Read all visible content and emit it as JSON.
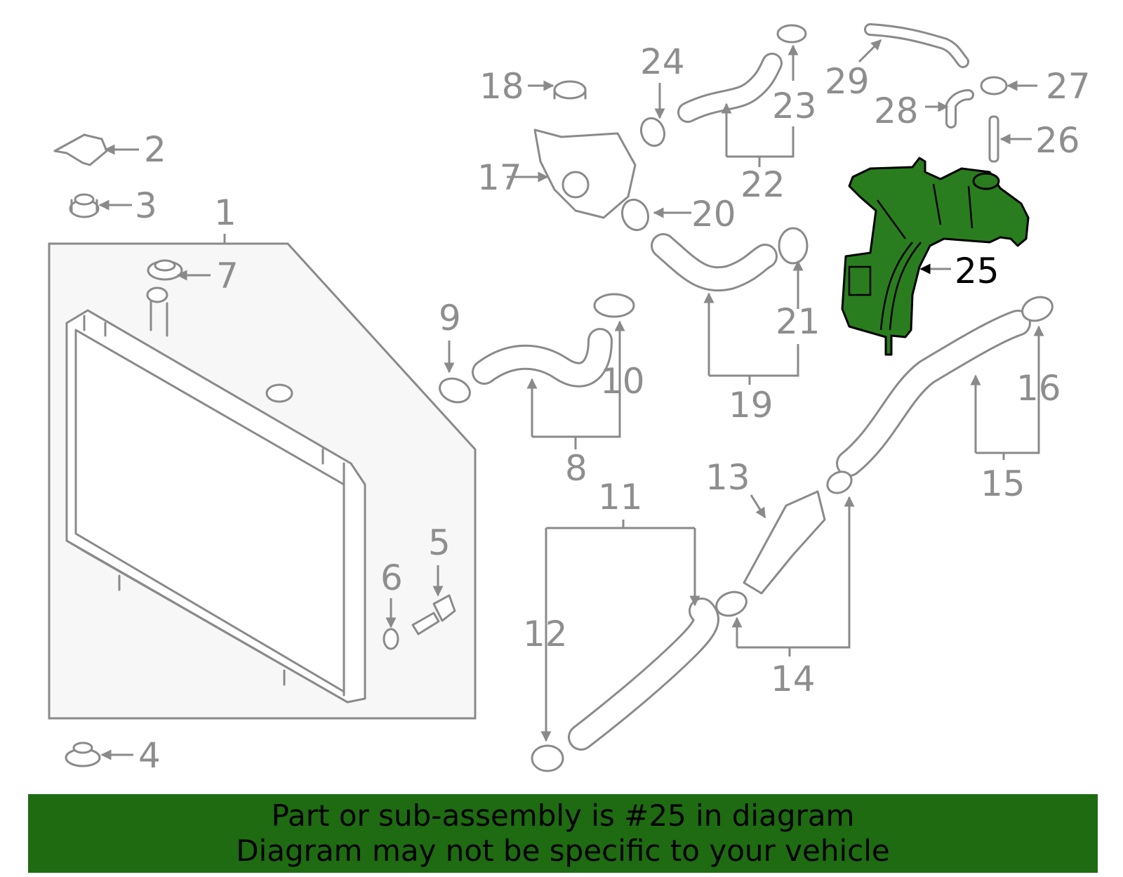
{
  "diagram": {
    "highlighted_part": "25",
    "highlight_color": "#2a7d1e",
    "callouts": [
      "1",
      "2",
      "3",
      "4",
      "5",
      "6",
      "7",
      "8",
      "9",
      "10",
      "11",
      "12",
      "13",
      "14",
      "15",
      "16",
      "17",
      "18",
      "19",
      "20",
      "21",
      "22",
      "23",
      "24",
      "25",
      "26",
      "27",
      "28",
      "29"
    ]
  },
  "banner": {
    "line1": "Part or sub-assembly is #25 in diagram",
    "line2": "Diagram may not be specific to your vehicle",
    "background": "#1e6b12"
  }
}
